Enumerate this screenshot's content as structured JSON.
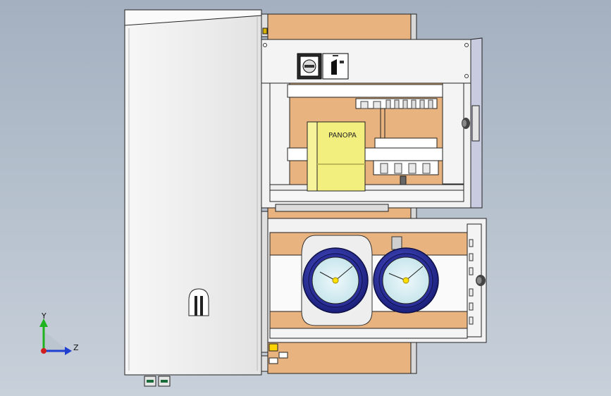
{
  "labels": {
    "panel_brand": "PANOPA",
    "axis_y": "Y",
    "axis_z": "Z"
  },
  "colors": {
    "background_top": "#a4b0c0",
    "background_bottom": "#c8d0da",
    "mounting_plate": "#e8b37f",
    "enclosure": "#efefef",
    "outline": "#222222",
    "din_rail": "#ffffff",
    "label_block": "#f3ef7e",
    "meter_ring": "#2a2f9a",
    "meter_face": "#d7eef2",
    "meter_needle_hub": "#ffe000",
    "axis_y": "#1fb41f",
    "axis_z": "#1f3fd0",
    "axis_origin": "#d11f1f"
  },
  "icons": [
    "door-hinge-icon",
    "meter-icon",
    "rotary-switch-icon",
    "door-handle-icon",
    "axis-triad-icon"
  ]
}
